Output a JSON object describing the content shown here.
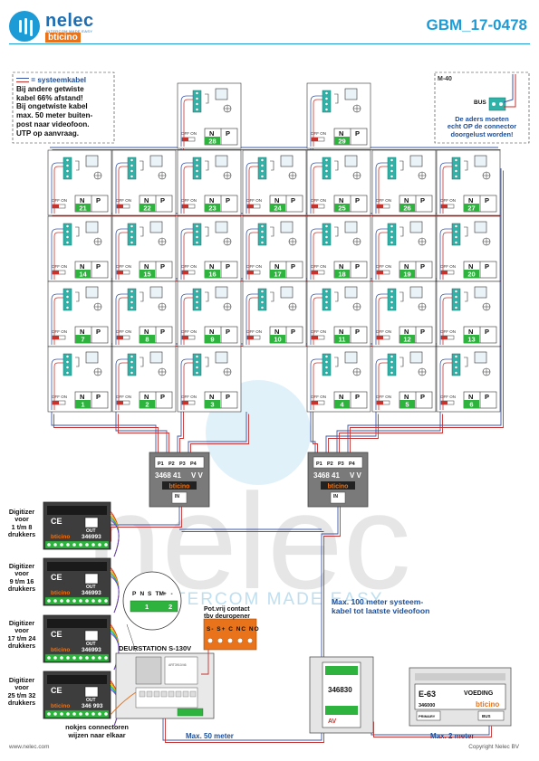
{
  "brand": {
    "name": "nelec",
    "tagline": "INTERCOM MADE EASY",
    "sub": "bticino"
  },
  "document_id": "GBM_17-0478",
  "watermark": {
    "word": "nelec",
    "tagline": "INTERCOM MADE EASY"
  },
  "notes": {
    "legend": "= systeemkabel",
    "lines": [
      "Bij andere getwiste",
      "kabel 66% afstand!",
      "Bij ongetwiste kabel",
      "max. 50 meter buiten-",
      "post naar videofoon.",
      "UTP op aanvraag."
    ]
  },
  "m40_inset": {
    "title": "M-40",
    "bus_label": "BUS",
    "note": [
      "De aders moeten",
      "echt OP de connector",
      "doorgelust worden!"
    ]
  },
  "handset": {
    "off_on": "OFF ON",
    "n": "N",
    "p": "P"
  },
  "handsets_left": [
    {
      "row": 0,
      "col": 2,
      "number": "28"
    },
    {
      "row": 1,
      "col": 0,
      "number": "21"
    },
    {
      "row": 1,
      "col": 1,
      "number": "22"
    },
    {
      "row": 1,
      "col": 2,
      "number": "23"
    },
    {
      "row": 2,
      "col": 0,
      "number": "14"
    },
    {
      "row": 2,
      "col": 1,
      "number": "15"
    },
    {
      "row": 2,
      "col": 2,
      "number": "16"
    },
    {
      "row": 3,
      "col": 0,
      "number": "7"
    },
    {
      "row": 3,
      "col": 1,
      "number": "8"
    },
    {
      "row": 3,
      "col": 2,
      "number": "9"
    },
    {
      "row": 4,
      "col": 0,
      "number": "1"
    },
    {
      "row": 4,
      "col": 1,
      "number": "2"
    },
    {
      "row": 4,
      "col": 2,
      "number": "3"
    },
    {
      "row": 1,
      "col": 3,
      "number": "24"
    },
    {
      "row": 2,
      "col": 3,
      "number": "17"
    },
    {
      "row": 3,
      "col": 3,
      "number": "10"
    }
  ],
  "handsets_right": [
    {
      "row": 0,
      "col": 4,
      "number": "29"
    },
    {
      "row": 1,
      "col": 4,
      "number": "25"
    },
    {
      "row": 1,
      "col": 5,
      "number": "26"
    },
    {
      "row": 1,
      "col": 6,
      "number": "27"
    },
    {
      "row": 2,
      "col": 4,
      "number": "18"
    },
    {
      "row": 2,
      "col": 5,
      "number": "19"
    },
    {
      "row": 2,
      "col": 6,
      "number": "20"
    },
    {
      "row": 3,
      "col": 4,
      "number": "11"
    },
    {
      "row": 3,
      "col": 5,
      "number": "12"
    },
    {
      "row": 3,
      "col": 6,
      "number": "13"
    },
    {
      "row": 4,
      "col": 4,
      "number": "4"
    },
    {
      "row": 4,
      "col": 5,
      "number": "5"
    },
    {
      "row": 4,
      "col": 6,
      "number": "6"
    }
  ],
  "distributors": [
    {
      "ports": [
        "P1",
        "P2",
        "P3",
        "P4"
      ],
      "model": "3468 41",
      "vv": "V V",
      "brand": "bticino",
      "in": "IN"
    },
    {
      "ports": [
        "P1",
        "P2",
        "P3",
        "P4"
      ],
      "model": "3468 41",
      "vv": "V V",
      "brand": "bticino",
      "in": "IN"
    }
  ],
  "digitizers": [
    {
      "label": [
        "Digitizer",
        "voor",
        "1 t/m 8",
        "drukkers"
      ],
      "model": "346993",
      "out": "OUT",
      "brand": "bticino"
    },
    {
      "label": [
        "Digitizer",
        "voor",
        "9 t/m 16",
        "drukkers"
      ],
      "model": "346993",
      "out": "OUT",
      "brand": "bticino"
    },
    {
      "label": [
        "Digitizer",
        "voor",
        "17 t/m 24",
        "drukkers"
      ],
      "model": "346993",
      "out": "OUT",
      "brand": "bticino"
    },
    {
      "label": [
        "Digitizer",
        "voor",
        "25 t/m 32",
        "drukkers"
      ],
      "model": "346 993",
      "out": "OUT",
      "brand": "bticino"
    }
  ],
  "door_station": {
    "label": "DEURSTATION S-130V",
    "zoom_terminals": [
      "P",
      "N",
      "S",
      "TM",
      "+",
      "-"
    ],
    "zoom_numbers": [
      "1",
      "2"
    ],
    "module": "ART3910/46"
  },
  "pot_contact": {
    "label": [
      "Pot.vrij contact",
      "tbv deuropener"
    ],
    "terminals": "S-  S+ C  NC NO"
  },
  "nokjes_note": [
    "nokjes connectoren",
    "wijzen naar elkaar"
  ],
  "interface": {
    "model": "346830",
    "av": "AV"
  },
  "power_supply": {
    "label": "E-63",
    "voeding": "VOEDING",
    "model": "346000",
    "brand": "bticino",
    "left_tag": "PRIMARY",
    "right_tag": "BUS"
  },
  "max100_note": [
    "Max. 100 meter systeem-",
    "kabel tot laatste videofoon"
  ],
  "max50": "Max. 50 meter",
  "max2": "Max. 2 meter",
  "footer": {
    "website": "www.nelec.com",
    "copyright": "Copyright Nelec BV"
  },
  "colors": {
    "accent": "#1d9bd7",
    "brand": "#1d6fb5",
    "orange": "#e8731a",
    "green": "#2fb33f",
    "wire_blue": "#3a57a7",
    "wire_red": "#c8322c"
  }
}
